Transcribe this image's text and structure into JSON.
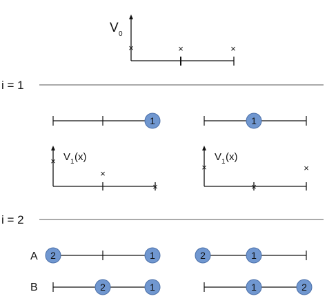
{
  "top": {
    "v0_label": "V",
    "v0_subscript": "0"
  },
  "steps": [
    {
      "label": "i = 1"
    },
    {
      "label": "i = 2"
    }
  ],
  "step1": {
    "potential_label_main": "V",
    "potential_label_sub": "1",
    "potential_label_arg": "(x)"
  },
  "step2": {
    "row_a_label": "A",
    "row_b_label": "B"
  },
  "nodes": {
    "one": "1",
    "two": "2"
  },
  "colors": {
    "node_fill": "#7097d0",
    "node_stroke": "#4a6fa8",
    "line": "#111111",
    "separator": "#555555"
  }
}
